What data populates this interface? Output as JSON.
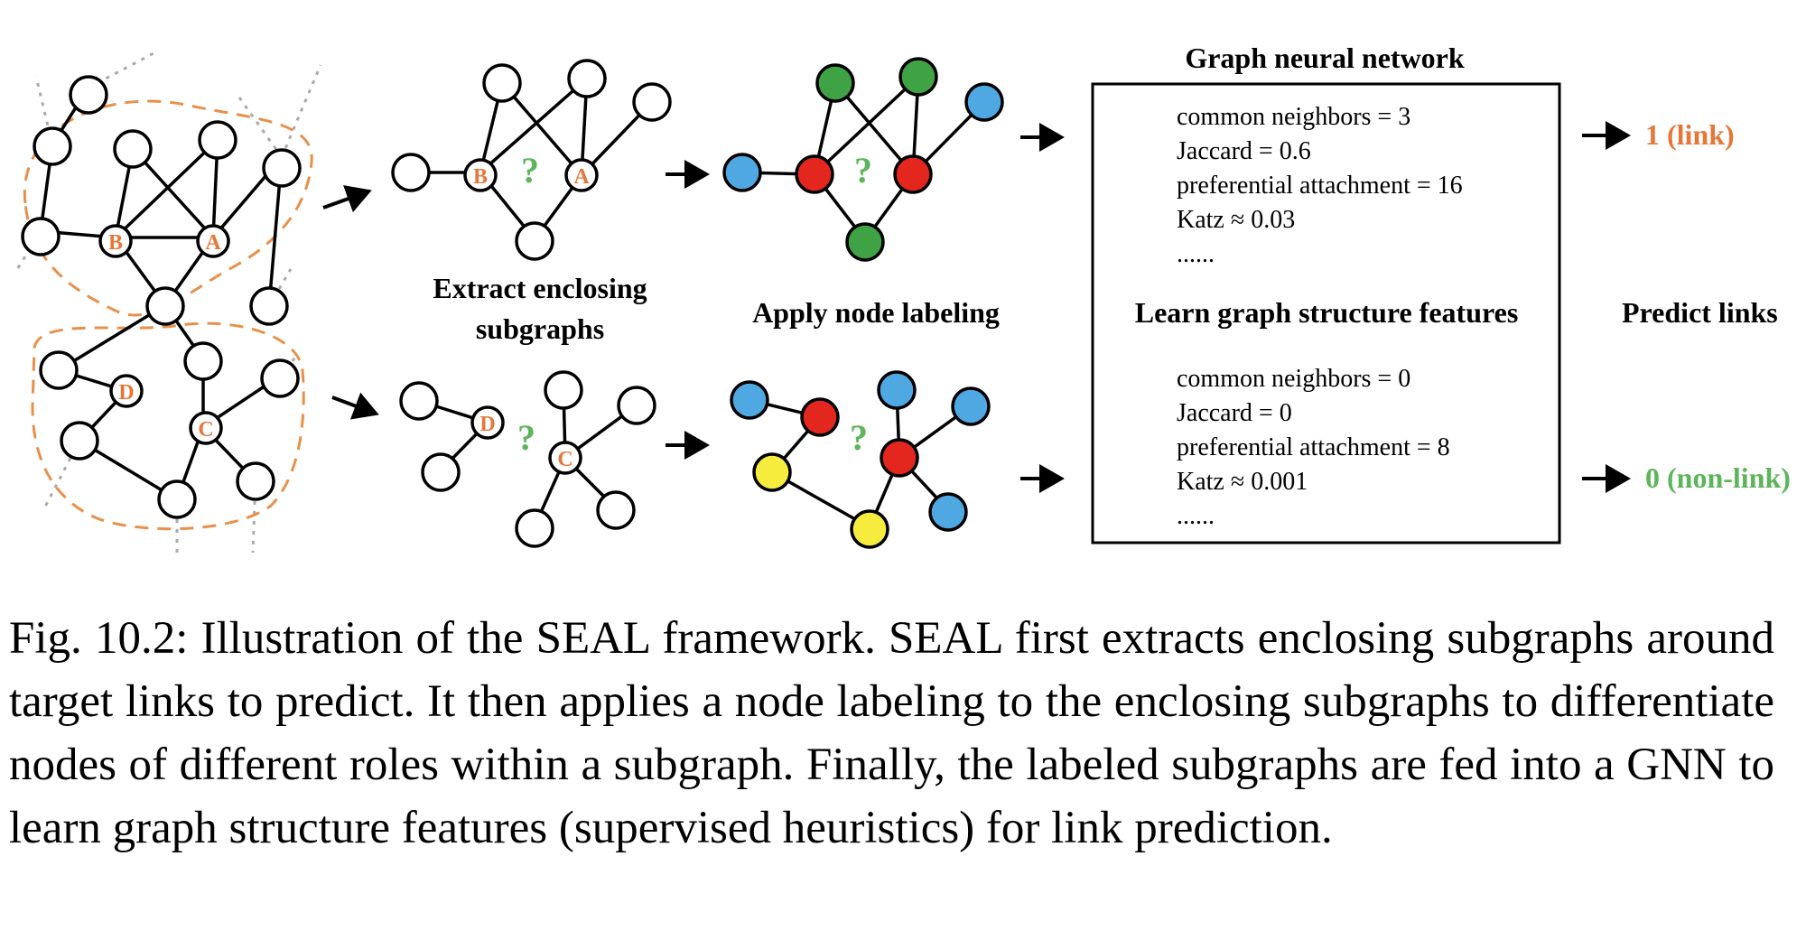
{
  "labels": {
    "gnn_title": "Graph neural network",
    "extract_line1": "Extract enclosing",
    "extract_line2": "subgraphs",
    "apply_labeling": "Apply node labeling",
    "learn_features": "Learn graph structure features",
    "predict_links": "Predict links"
  },
  "nodes": {
    "A": "A",
    "B": "B",
    "C": "C",
    "D": "D",
    "unknown": "?"
  },
  "heuristics_top": [
    "common neighbors = 3",
    "Jaccard = 0.6",
    "preferential attachment = 16",
    "Katz ≈ 0.03",
    "......"
  ],
  "heuristics_bottom": [
    "common neighbors = 0",
    "Jaccard = 0",
    "preferential attachment = 8",
    "Katz ≈ 0.001",
    "......"
  ],
  "outputs": {
    "link": "1 (link)",
    "nonlink": "0 (non-link)"
  },
  "colors": {
    "dashed_outline": "#e8904a",
    "label_orange": "#e67738",
    "question_green": "#5db55b",
    "node_red": "#e3261e",
    "node_green": "#3fa346",
    "node_blue": "#4fa8e2",
    "node_yellow": "#f5ec3e"
  },
  "caption": "Fig. 10.2: Illustration of the SEAL framework. SEAL first extracts enclosing subgraphs around target links to predict. It then applies a node labeling to the enclosing subgraphs to differentiate nodes of different roles within a subgraph. Finally, the labeled subgraphs are fed into a GNN to learn graph structure features (supervised heuristics) for link prediction."
}
